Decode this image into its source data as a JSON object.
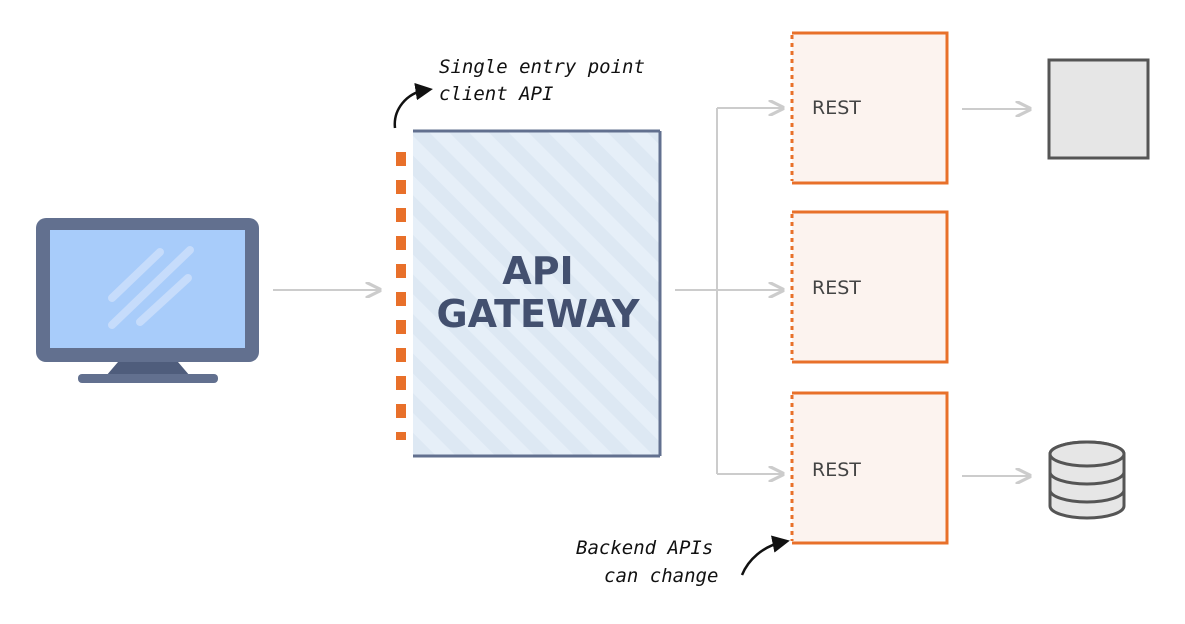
{
  "gateway": {
    "title_line1": "API",
    "title_line2": "GATEWAY"
  },
  "services": [
    {
      "label": "REST"
    },
    {
      "label": "REST"
    },
    {
      "label": "REST"
    }
  ],
  "annotations": {
    "entry_line1": "Single entry point",
    "entry_line2": "client API",
    "backend_line1": "Backend APIs",
    "backend_line2": "can change"
  },
  "colors": {
    "gateway_border": "#62708f",
    "gateway_fill": "#e6eff8",
    "service_border": "#e8702a",
    "service_fill": "#fcf3ef",
    "arrow": "#cccccc",
    "monitor_body": "#62708f",
    "monitor_screen": "#a8ccfa",
    "storage_fill": "#e6e6e6",
    "storage_border": "#555555"
  },
  "icons": {
    "client": "monitor-icon",
    "backend_top": "server-box-icon",
    "backend_bottom": "database-icon"
  }
}
